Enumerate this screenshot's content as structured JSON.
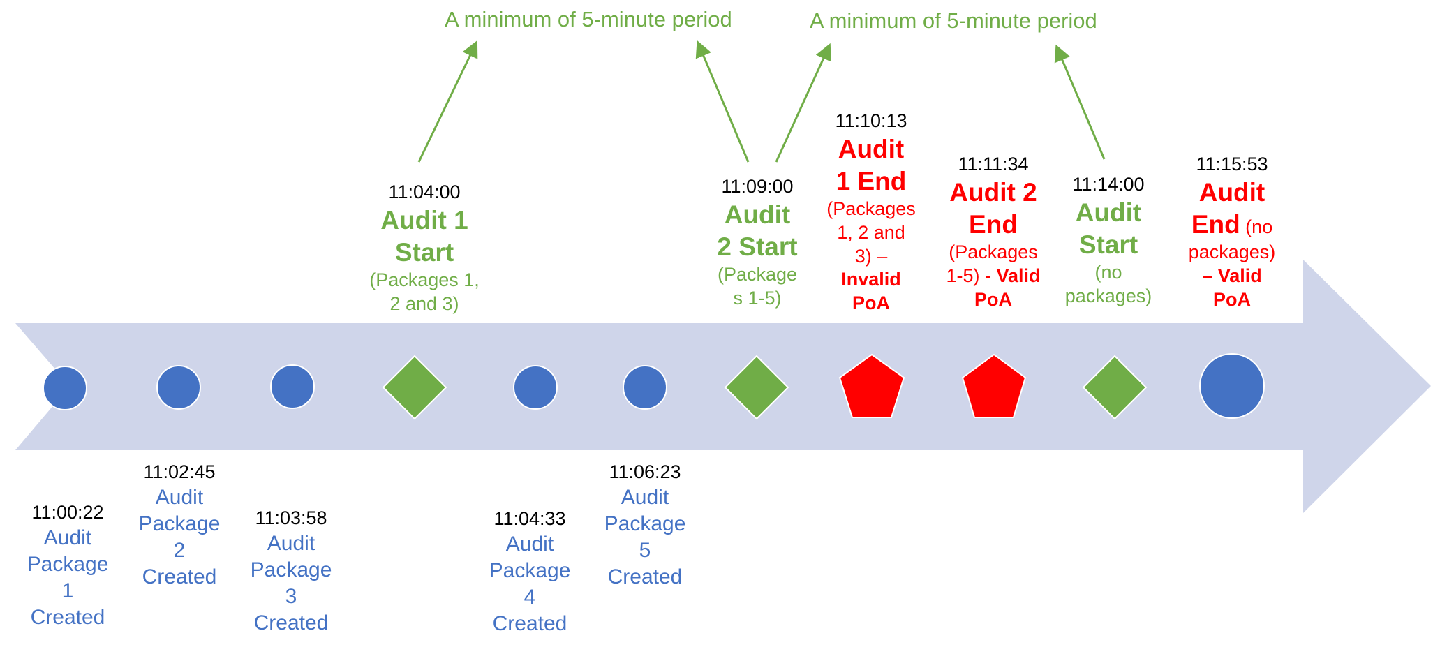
{
  "colors": {
    "arrow_fill": "#cfd5ea",
    "blue": "#4472c4",
    "green": "#70ad47",
    "red": "#ff0000",
    "text": "#000000"
  },
  "period_notes": [
    "A minimum of 5-minute period",
    "A minimum of 5-minute period"
  ],
  "events": [
    {
      "time": "11:00:22",
      "lines": [
        "Audit",
        "Package",
        "1",
        "Created"
      ],
      "shape": "circle",
      "color": "blue"
    },
    {
      "time": "11:02:45",
      "lines": [
        "Audit",
        "Package",
        "2",
        "Created"
      ],
      "shape": "circle",
      "color": "blue"
    },
    {
      "time": "11:03:58",
      "lines": [
        "Audit",
        "Package",
        "3",
        "Created"
      ],
      "shape": "circle",
      "color": "blue"
    },
    {
      "time": "11:04:00",
      "title": [
        "Audit 1",
        "Start"
      ],
      "detail": [
        "(Packages 1,",
        "2 and 3)"
      ],
      "shape": "diamond",
      "color": "green"
    },
    {
      "time": "11:04:33",
      "lines": [
        "Audit",
        "Package",
        "4",
        "Created"
      ],
      "shape": "circle",
      "color": "blue"
    },
    {
      "time": "11:06:23",
      "lines": [
        "Audit",
        "Package",
        "5",
        "Created"
      ],
      "shape": "circle",
      "color": "blue"
    },
    {
      "time": "11:09:00",
      "title": [
        "Audit",
        "2 Start"
      ],
      "detail": [
        "(Package",
        "s 1-5)"
      ],
      "shape": "diamond",
      "color": "green"
    },
    {
      "time": "11:10:13",
      "title": [
        "Audit",
        "1 End"
      ],
      "detail": [
        "(Packages",
        "1, 2 and",
        "3) –"
      ],
      "status": [
        "Invalid",
        "PoA"
      ],
      "shape": "pentagon",
      "color": "red"
    },
    {
      "time": "11:11:34",
      "title": [
        "Audit 2",
        "End"
      ],
      "detail": [
        "(Packages",
        "1-5) - "
      ],
      "status_inline": "Valid",
      "status": [
        "PoA"
      ],
      "shape": "pentagon",
      "color": "red"
    },
    {
      "time": "11:14:00",
      "title": [
        "Audit",
        "Start"
      ],
      "detail": [
        "(no",
        "packages)"
      ],
      "shape": "diamond",
      "color": "green"
    },
    {
      "time": "11:15:53",
      "title_lines": [
        "Audit",
        "End"
      ],
      "title_suffix": " (no",
      "detail": [
        "packages)"
      ],
      "status_prefix": "– ",
      "status": [
        "Valid",
        "PoA"
      ],
      "shape": "circle-large",
      "color": "blue"
    }
  ]
}
